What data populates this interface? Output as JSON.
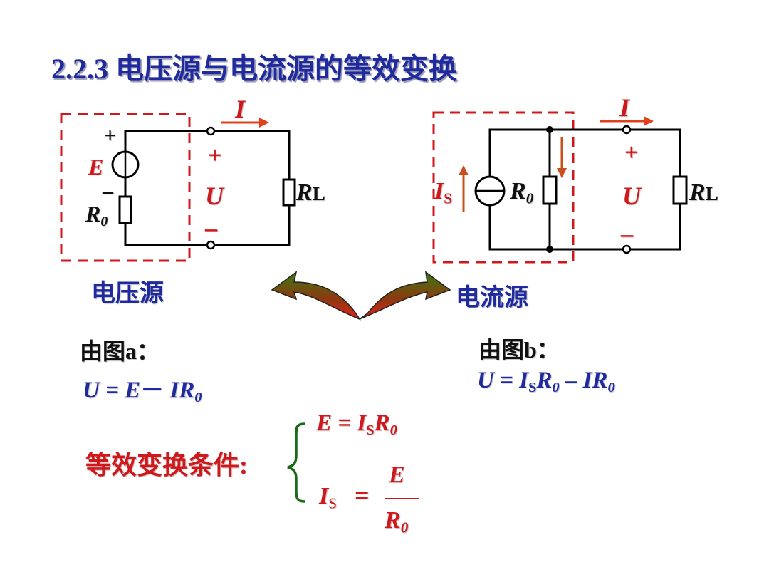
{
  "title": "2.2.3  电压源与电流源的等效变换",
  "voltage_source_caption": "电压源",
  "current_source_caption": "电流源",
  "circuit_a": {
    "current_label": "I",
    "emf_label": "E",
    "plus": "+",
    "minus": "–",
    "r0_label": "R",
    "r0_sub": "0",
    "u_plus": "+",
    "u_label": "U",
    "u_minus": "–",
    "rl_label": "R",
    "rl_sub": "L"
  },
  "circuit_b": {
    "current_label": "I",
    "is_label": "I",
    "is_sub": "S",
    "r0_label": "R",
    "r0_sub": "0",
    "u_plus": "+",
    "u_label": "U",
    "u_minus": "–",
    "rl_label": "R",
    "rl_sub": "L"
  },
  "from_a": "由图a：",
  "from_b": "由图b：",
  "eq_a": {
    "lhs": "U = E",
    "dash": "－",
    "term": " IR",
    "sub": "0"
  },
  "eq_b": {
    "p1": "U = I",
    "s1": "S",
    "p2": "R",
    "s2": "0",
    "p3": " – IR",
    "s3": "0"
  },
  "condition_label": "等效变换条件:",
  "condition1": {
    "p1": "E  = I",
    "s1": "S",
    "p2": "R",
    "s2": "0"
  },
  "condition2": {
    "lhs": "I",
    "lhs_sub": "S",
    "eq": "=",
    "num": "E",
    "den": "R",
    "den_sub": "0"
  },
  "colors": {
    "title": "#1f2a9c",
    "red": "#d0181c",
    "arrow": "#e0401c",
    "wire": "#000000"
  }
}
